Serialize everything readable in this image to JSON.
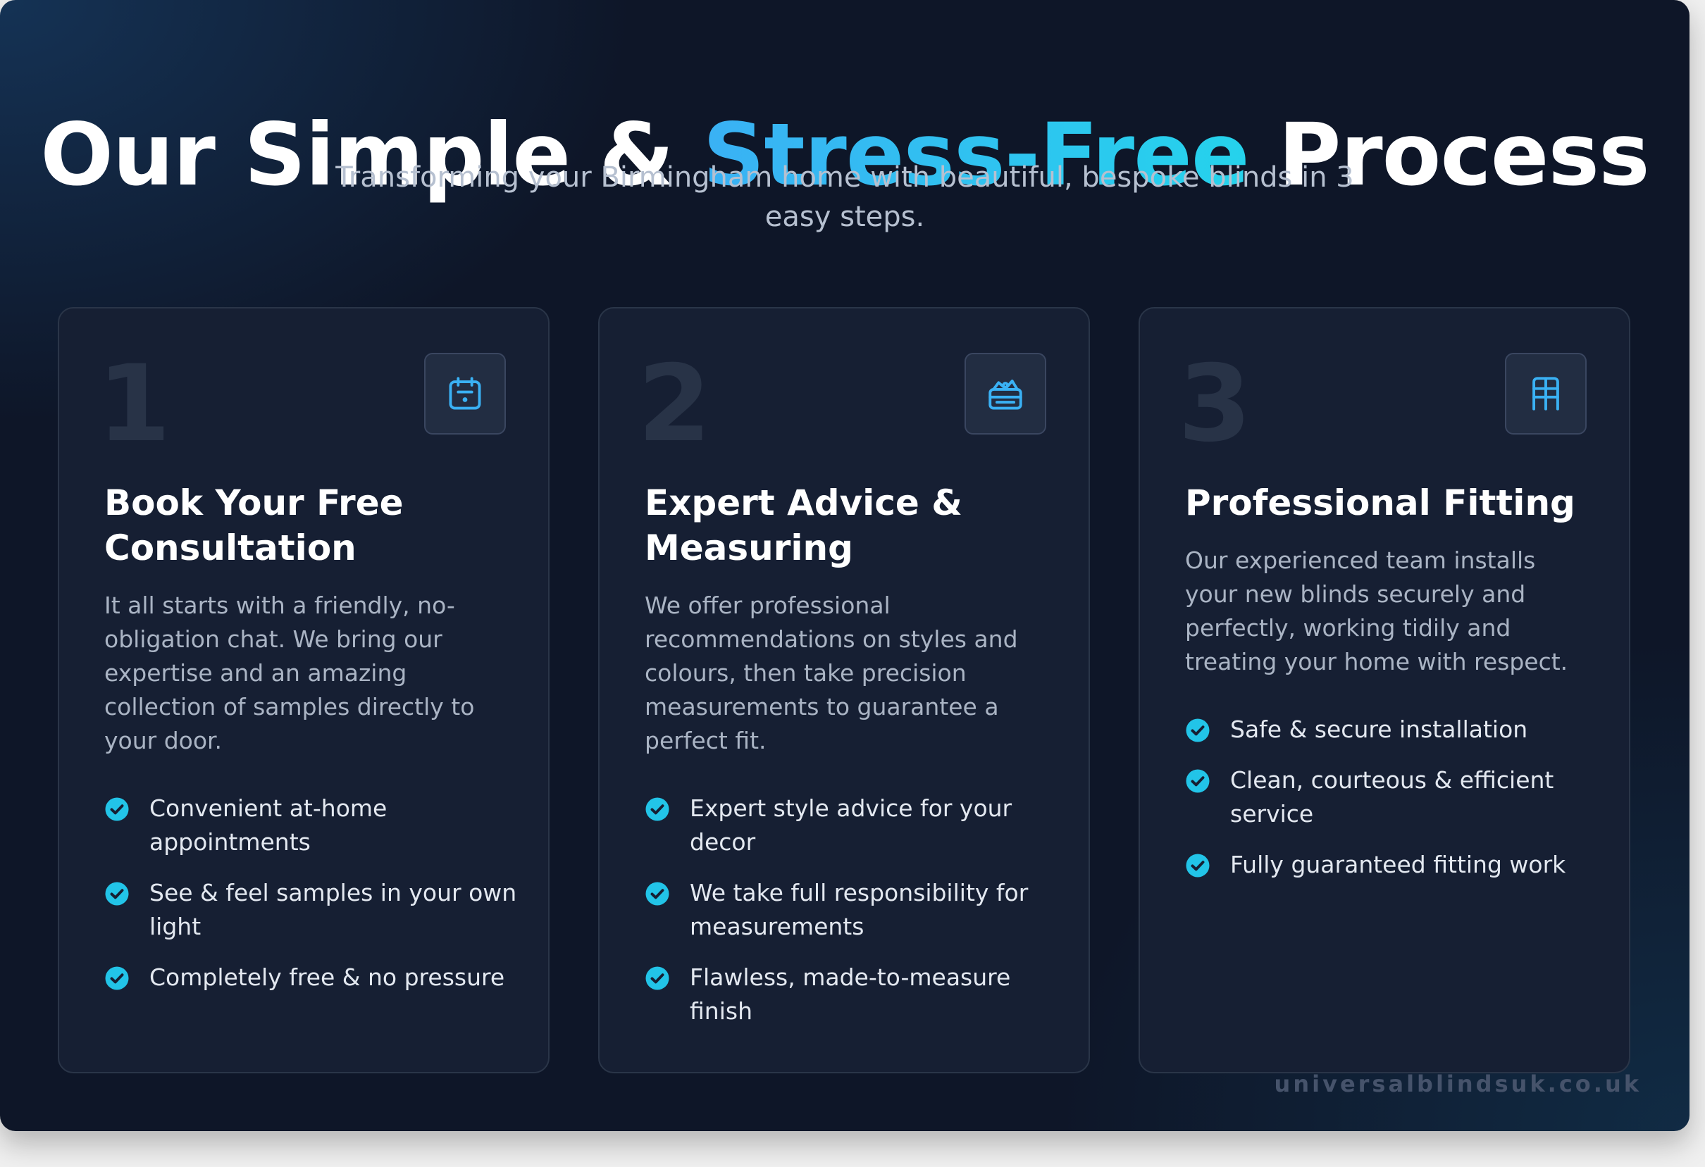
{
  "header": {
    "title_part1": "Our Simple & ",
    "title_accent": "Stress-Free",
    "title_part2": " Process",
    "subtitle": "Transforming your Birmingham home with beautiful, bespoke blinds in 3 easy steps."
  },
  "colors": {
    "background": "#0e1628",
    "card": "#161f33",
    "accent_start": "#3ab1f4",
    "accent_end": "#25d3ec",
    "check": "#22c4e8"
  },
  "steps": [
    {
      "number": "1",
      "icon": "calendar-icon",
      "title": "Book Your Free Consultation",
      "description": "It all starts with a friendly, no-obligation chat. We bring our expertise and an amazing collection of samples directly to your door.",
      "features": [
        "Convenient at-home appointments",
        "See & feel samples in your own light",
        "Completely free & no pressure"
      ]
    },
    {
      "number": "2",
      "icon": "toolbox-icon",
      "title": "Expert Advice & Measuring",
      "description": "We offer professional recommendations on styles and colours, then take precision measurements to guarantee a perfect fit.",
      "features": [
        "Expert style advice for your decor",
        "We take full responsibility for measurements",
        "Flawless, made-to-measure finish"
      ]
    },
    {
      "number": "3",
      "icon": "window-blinds-icon",
      "title": "Professional Fitting",
      "description": "Our experienced team installs your new blinds securely and perfectly, working tidily and treating your home with respect.",
      "features": [
        "Safe & secure installation",
        "Clean, courteous & efficient service",
        "Fully guaranteed fitting work"
      ]
    }
  ],
  "footer": {
    "watermark": "universalblindsuk.co.uk"
  }
}
